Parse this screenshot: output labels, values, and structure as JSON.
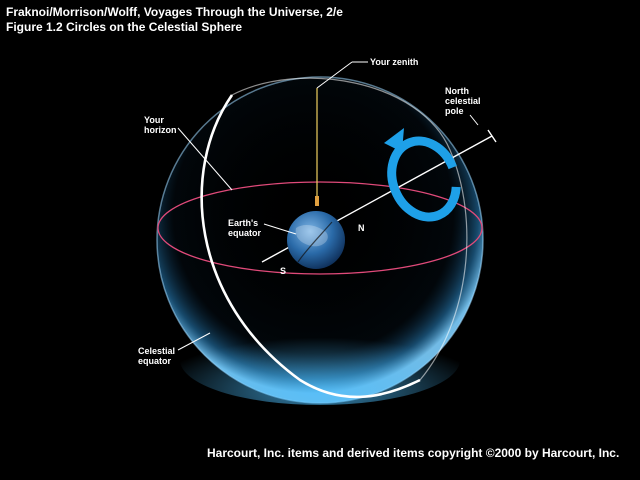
{
  "header": {
    "line1": "Fraknoi/Morrison/Wolff, Voyages Through the Universe, 2/e",
    "line2": "Figure 1.2   Circles on the Celestial Sphere"
  },
  "labels": {
    "zenith": "Your zenith",
    "ncp": [
      "North",
      "celestial",
      "pole"
    ],
    "horizon": [
      "Your",
      "horizon"
    ],
    "earth_equator": [
      "Earth's",
      "equator"
    ],
    "north": "N",
    "south": "S",
    "celestial_equator": [
      "Celestial",
      "equator"
    ]
  },
  "footer": "Harcourt, Inc. items and derived items copyright ©2000 by Harcourt, Inc.",
  "colors": {
    "sphere_glow": "#3aa8e0",
    "horizon_circle": "#e04a7a",
    "zenith_line": "#f0d060",
    "rotation_arrow": "#1ea0e8",
    "earth_ocean": "#2a6aa8"
  }
}
